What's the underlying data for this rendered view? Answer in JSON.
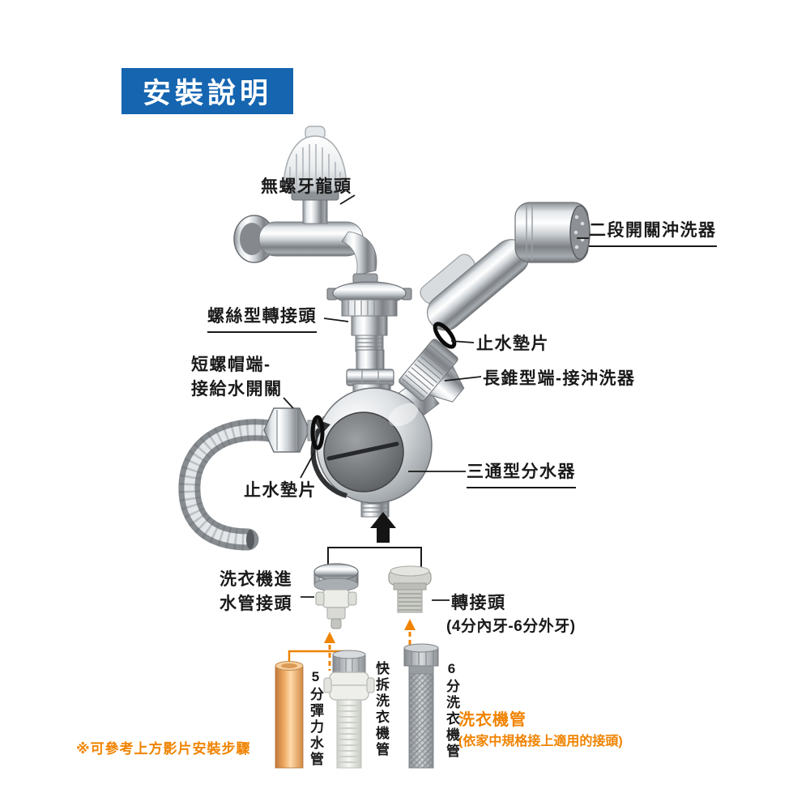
{
  "header": {
    "title": "安裝說明"
  },
  "callouts": {
    "faucet": "無螺牙龍頭",
    "sprayer": "二段開關沖洗器",
    "screw_adapter": "螺絲型轉接頭",
    "gasket_right": "止水墊片",
    "short_nut": [
      "短螺帽端-",
      "接給水開關"
    ],
    "cone_end": "長錐型端-接沖洗器",
    "diverter": "三通型分水器",
    "gasket_left": "止水墊片",
    "inlet_connector": [
      "洗衣機進",
      "水管接頭"
    ],
    "adapter": "轉接頭",
    "adapter_spec": "(4分內牙-6分外牙)"
  },
  "hoses": {
    "elastic": "5分彈力水管",
    "quick_release": "快拆洗衣機管",
    "six_point": "6分洗衣機管",
    "group_label": "洗衣機管",
    "group_note": "(依家中規格接上適用的接頭)"
  },
  "footnote": "※可參考上方影片安裝步驟",
  "arrows": {
    "solid_up": "black-up-arrow",
    "dashed_left": "orange-dashed-up-arrow",
    "dashed_right": "orange-dashed-up-arrow"
  },
  "colors": {
    "header_blue": "#1565b0",
    "accent_orange": "#f08300",
    "label_black": "#1a1a1a"
  }
}
